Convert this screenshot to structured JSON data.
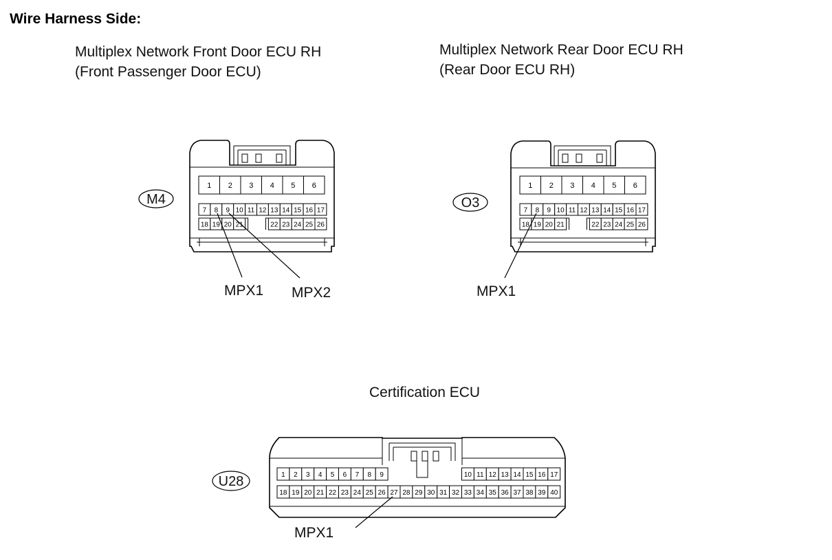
{
  "header": "Wire Harness Side:",
  "connectors": [
    {
      "title_line1": "Multiplex Network Front Door ECU RH",
      "title_line2": "(Front Passenger Door ECU)",
      "code": "M4",
      "signals": [
        "MPX1",
        "MPX2"
      ]
    },
    {
      "title_line1": "Multiplex Network Rear Door ECU RH",
      "title_line2": "(Rear Door ECU RH)",
      "code": "O3",
      "signals": [
        "MPX1"
      ]
    },
    {
      "title_line1": "Certification ECU",
      "title_line2": "",
      "code": "U28",
      "signals": [
        "MPX1"
      ]
    }
  ],
  "small_connector_pins": {
    "top": [
      "1",
      "2",
      "3",
      "4",
      "5",
      "6"
    ],
    "middle": [
      "7",
      "8",
      "9",
      "10",
      "11",
      "12",
      "13",
      "14",
      "15",
      "16",
      "17"
    ],
    "bottom_left": [
      "18",
      "19",
      "20",
      "21"
    ],
    "bottom_right": [
      "22",
      "23",
      "24",
      "25",
      "26"
    ]
  },
  "large_connector_pins": {
    "top_left": [
      "1",
      "2",
      "3",
      "4",
      "5",
      "6",
      "7",
      "8",
      "9"
    ],
    "top_right": [
      "10",
      "11",
      "12",
      "13",
      "14",
      "15",
      "16",
      "17"
    ],
    "bottom": [
      "18",
      "19",
      "20",
      "21",
      "22",
      "23",
      "24",
      "25",
      "26",
      "27",
      "28",
      "29",
      "30",
      "31",
      "32",
      "33",
      "34",
      "35",
      "36",
      "37",
      "38",
      "39",
      "40"
    ]
  }
}
